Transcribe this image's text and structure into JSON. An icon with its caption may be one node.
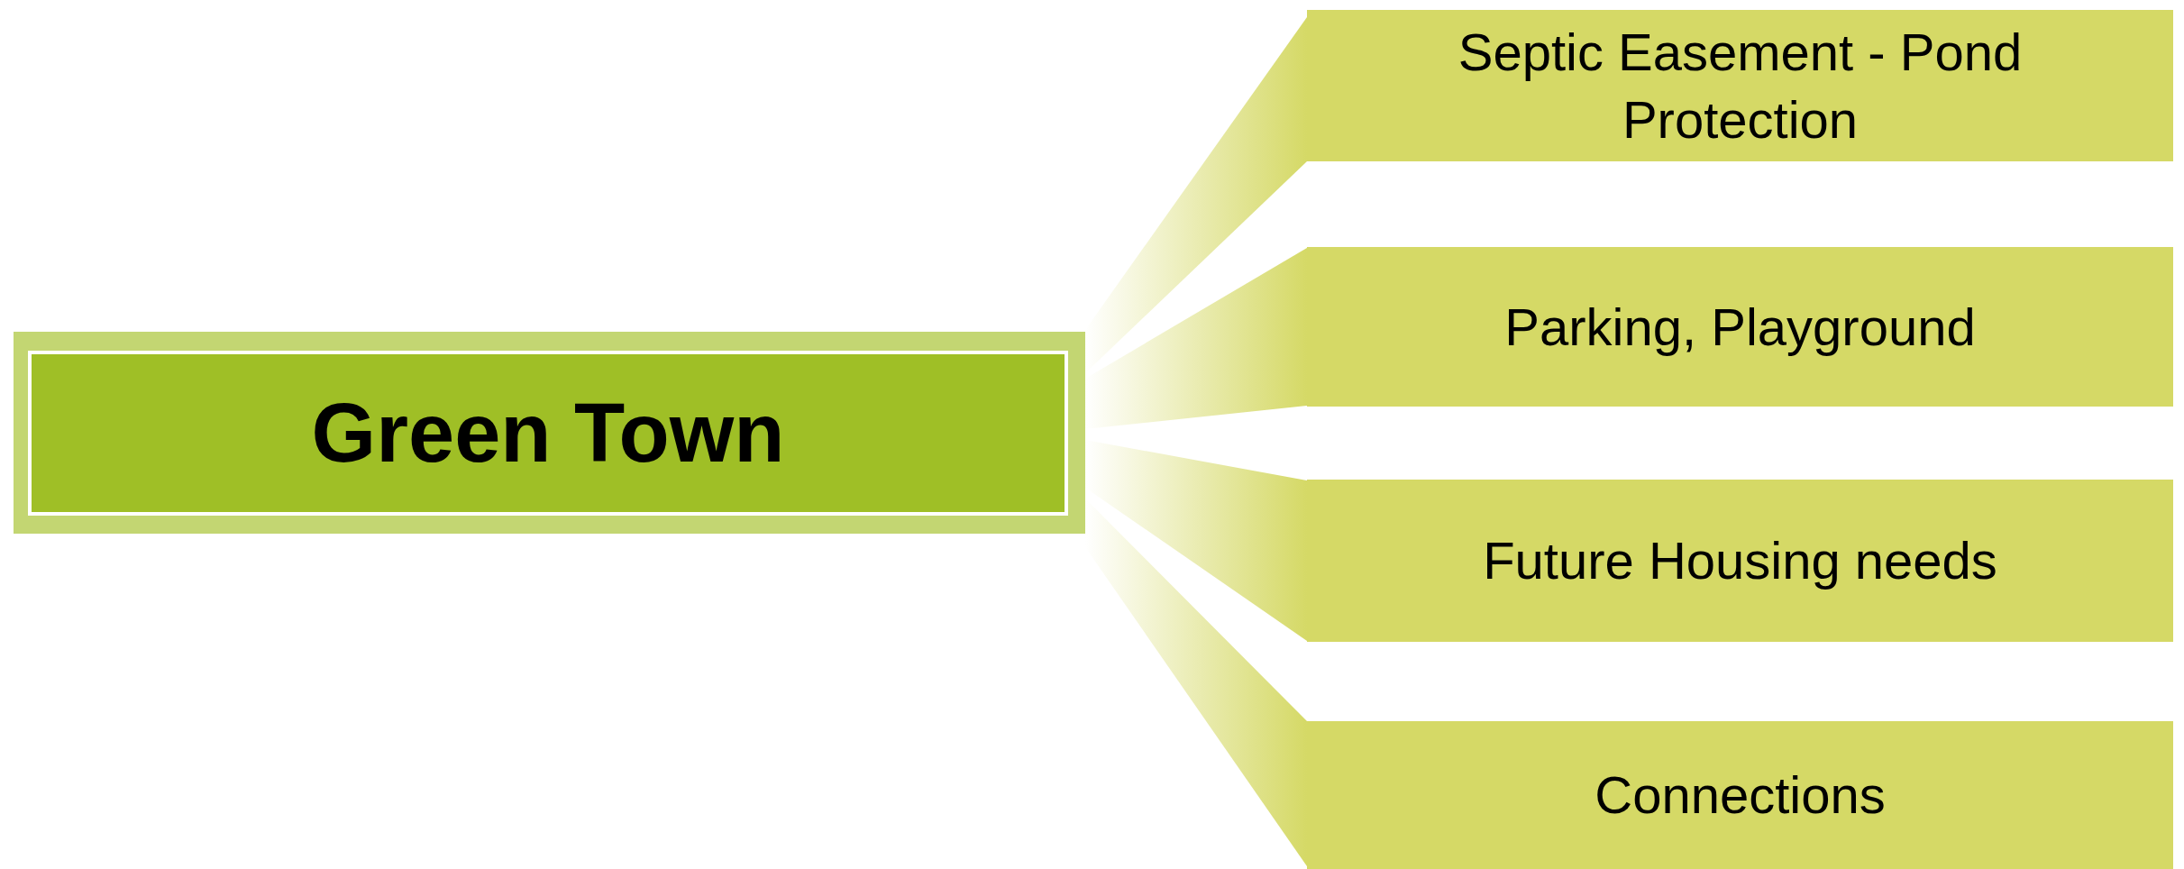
{
  "diagram": {
    "nodes": [
      {
        "text": [
          "Green Town"
        ]
      },
      {
        "text": [
          "Septic Easement - Pond Protection"
        ]
      },
      {
        "text": [
          "Parking, Playground"
        ]
      },
      {
        "text": [
          "Future Housing needs"
        ]
      },
      {
        "text": [
          "Connections"
        ]
      }
    ],
    "edges": [
      {
        "from": 0,
        "to": 1,
        "arrow": "none"
      },
      {
        "from": 0,
        "to": 2,
        "arrow": "none"
      },
      {
        "from": 0,
        "to": 3,
        "arrow": "none"
      },
      {
        "from": 0,
        "to": 4,
        "arrow": "none"
      }
    ]
  }
}
